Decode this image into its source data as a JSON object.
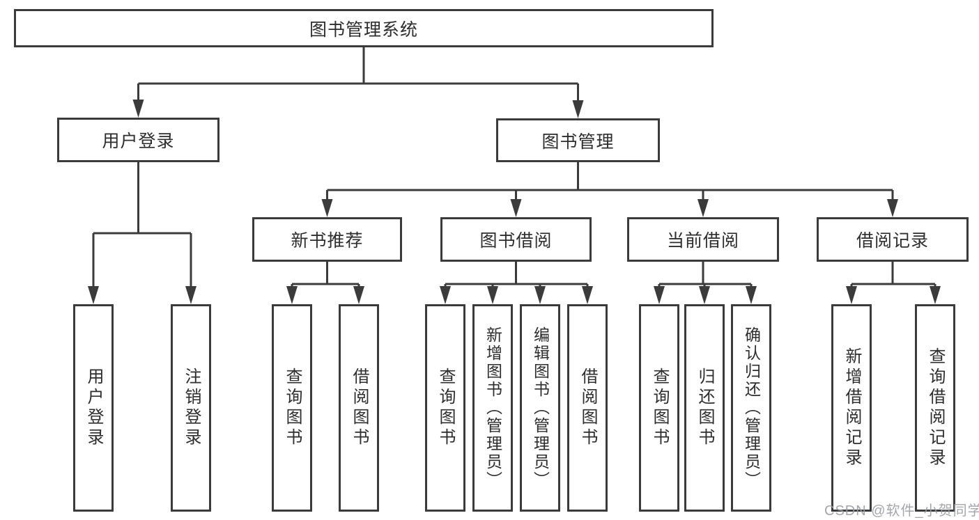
{
  "diagram": {
    "title": "图书管理系统",
    "type": "functional-structure-chart",
    "colors": {
      "line": "#3b3b3b",
      "box_border": "#3b3b3b",
      "box_fill": "#ffffff",
      "text": "#2d2d2d",
      "background": "#ffffff",
      "watermark": "#9a9da3"
    }
  },
  "tree": {
    "label": "图书管理系统",
    "children": [
      {
        "label": "用户登录",
        "children": [
          {
            "label": "用户登录"
          },
          {
            "label": "注销登录"
          }
        ]
      },
      {
        "label": "图书管理",
        "children": [
          {
            "label": "新书推荐",
            "children": [
              {
                "label": "查询图书"
              },
              {
                "label": "借阅图书"
              }
            ]
          },
          {
            "label": "图书借阅",
            "children": [
              {
                "label": "查询图书"
              },
              {
                "label": "新增图书（管理员）"
              },
              {
                "label": "编辑图书（管理员）"
              },
              {
                "label": "借阅图书"
              }
            ]
          },
          {
            "label": "当前借阅",
            "children": [
              {
                "label": "查询图书"
              },
              {
                "label": "归还图书"
              },
              {
                "label": "确认归还（管理员）"
              }
            ]
          },
          {
            "label": "借阅记录",
            "children": [
              {
                "label": "新增借阅记录"
              },
              {
                "label": "查询借阅记录"
              }
            ]
          }
        ]
      }
    ]
  },
  "watermark": {
    "text": "CSDN @软件_小贺同学"
  }
}
